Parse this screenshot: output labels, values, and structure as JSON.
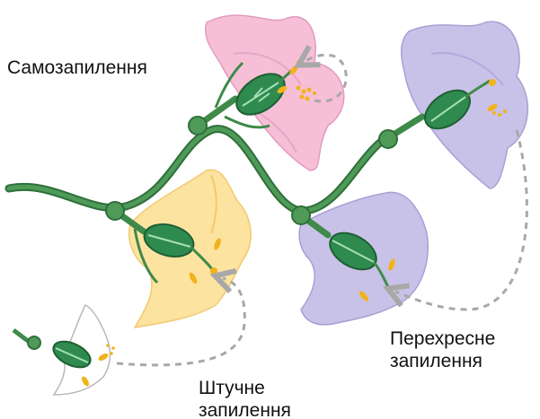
{
  "labels": {
    "self_pollination": "Самозапилення",
    "cross_pollination_line1": "Перехресне",
    "cross_pollination_line2": "запилення",
    "artificial_pollination_line1": "Штучне",
    "artificial_pollination_line2": "запилення"
  },
  "colors": {
    "stem": "#3f8a4a",
    "stem_light": "#8fcfa5",
    "ovary": "#2f8a4f",
    "pink_petal": "#f6bfd6",
    "lilac_petal": "#c9c2e8",
    "yellow_petal": "#fde3a0",
    "white_petal": "#ffffff",
    "pollen": "#f2b21b",
    "arrow": "#a8a8a8"
  }
}
